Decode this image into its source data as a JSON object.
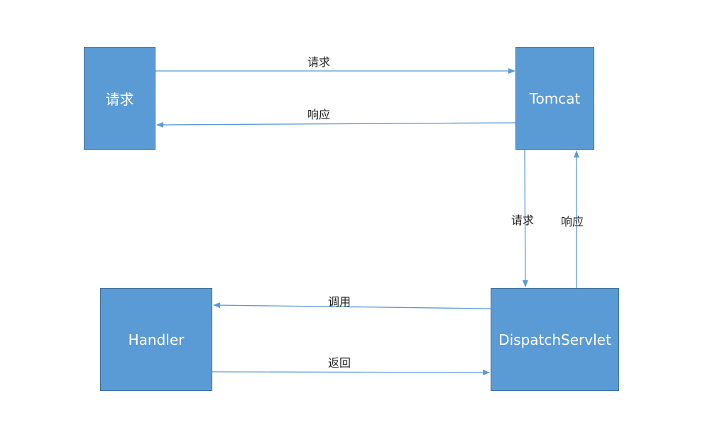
{
  "nodes": {
    "client": "请求",
    "tomcat": "Tomcat",
    "handler": "Handler",
    "dispatch": "DispatchServlet"
  },
  "edges": {
    "client_to_tomcat": "请求",
    "tomcat_to_client": "响应",
    "tomcat_to_dispatch": "请求",
    "dispatch_to_tomcat": "响应",
    "dispatch_to_handler": "调用",
    "handler_to_dispatch": "返回"
  },
  "colors": {
    "node_fill": "#5b9bd5",
    "node_border": "#41719c",
    "connector": "#5b9bd5"
  }
}
